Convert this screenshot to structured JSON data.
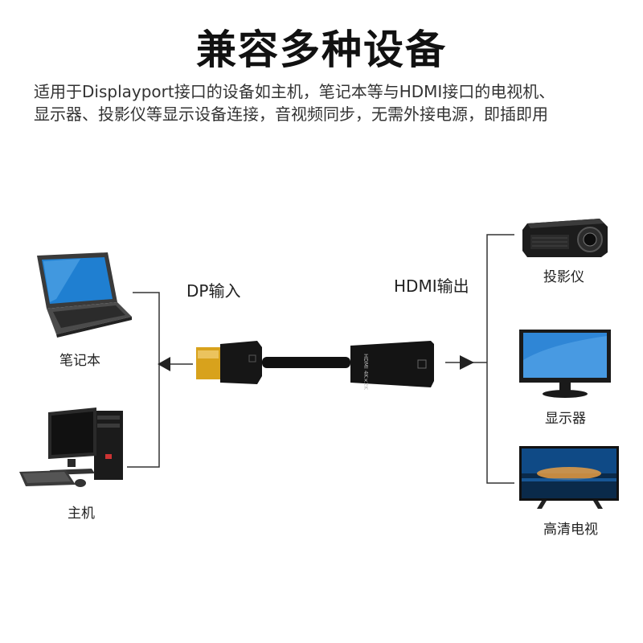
{
  "title": "兼容多种设备",
  "description": {
    "line1": "适用于Displayport接口的设备如主机，笔记本等与HDMI接口的电视机、",
    "line2": "显示器、投影仪等显示设备连接，音视频同步，无需外接电源，即插即用"
  },
  "input_label": "DP输入",
  "output_label": "HDMI输出",
  "adapter_text": "HDMI 4K×2K",
  "sources": [
    {
      "label": "笔记本",
      "icon": "laptop-icon"
    },
    {
      "label": "主机",
      "icon": "desktop-pc-icon"
    }
  ],
  "targets": [
    {
      "label": "投影仪",
      "icon": "projector-icon"
    },
    {
      "label": "显示器",
      "icon": "monitor-icon"
    },
    {
      "label": "高清电视",
      "icon": "tv-icon"
    }
  ],
  "colors": {
    "dp_gold": "#d8a21c",
    "cable": "#111111",
    "screen_blue": "#2f86d6"
  }
}
